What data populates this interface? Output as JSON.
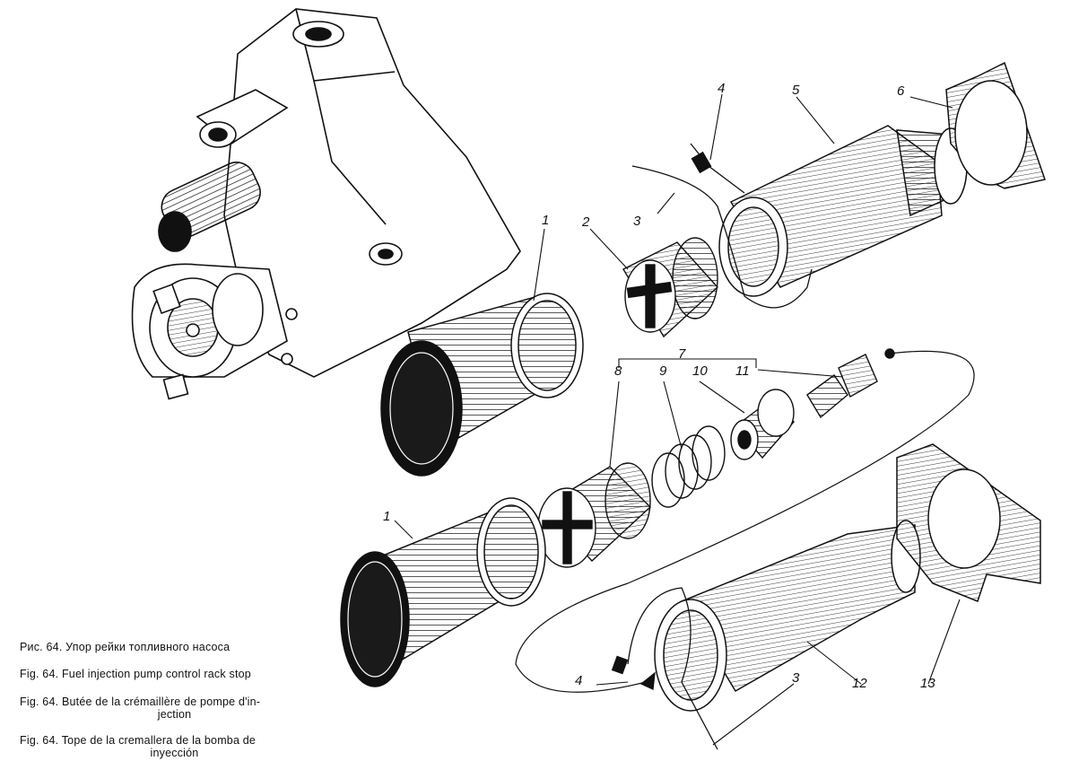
{
  "callouts": [
    "1",
    "2",
    "3",
    "4",
    "5",
    "6",
    "7",
    "8",
    "9",
    "10",
    "11",
    "1",
    "4",
    "3",
    "12",
    "13"
  ],
  "captions": {
    "ru": "Рис. 64. Упор рейки топливного насоса",
    "en": "Fig. 64. Fuel injection pump control rack stop",
    "fr_1": "Fig. 64. Butée de la crémaillère de pompe d'in-",
    "fr_2": "jection",
    "es_1": "Fig. 64. Tope de la cremallera de la bomba de",
    "es_2": "inyección"
  }
}
